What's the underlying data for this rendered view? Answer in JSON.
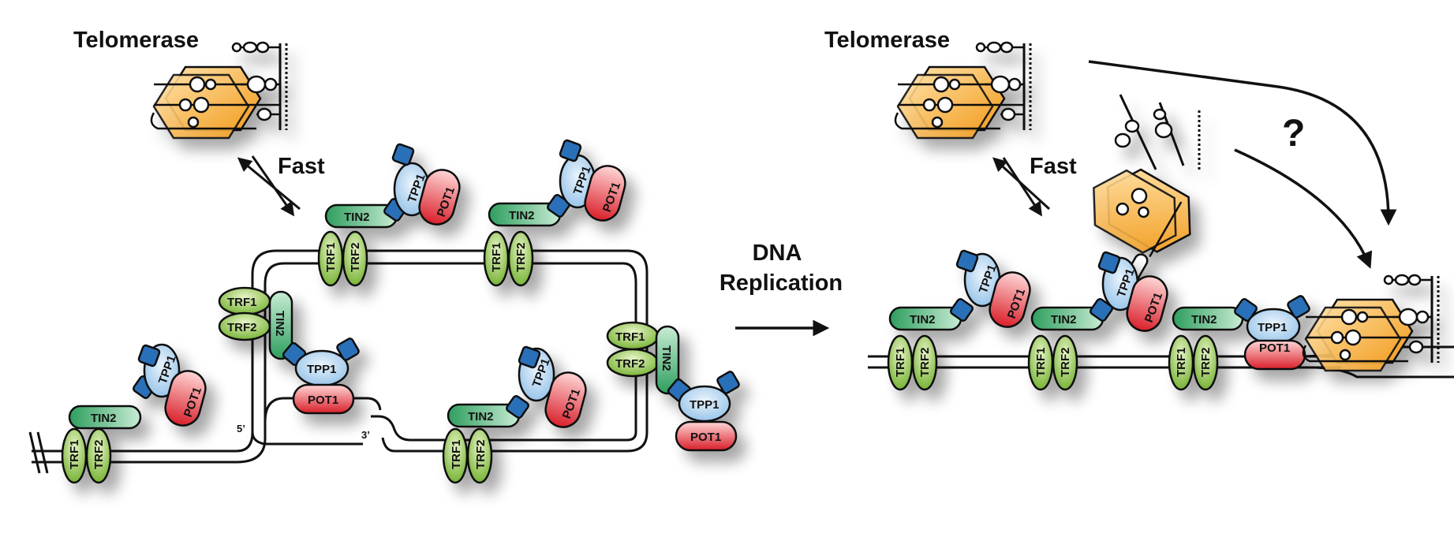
{
  "labels": {
    "telomerase_left": "Telomerase",
    "telomerase_right": "Telomerase",
    "fast_left": "Fast",
    "fast_right": "Fast",
    "dna_replication_line1": "DNA",
    "dna_replication_line2": "Replication",
    "question": "?",
    "five_prime": "5’",
    "three_prime": "3’"
  },
  "protein_names": {
    "trf1": "TRF1",
    "trf2": "TRF2",
    "tin2": "TIN2",
    "tpp1": "TPP1",
    "pot1": "POT1"
  },
  "colors": {
    "trf": "#8cc63f",
    "tin2": "#3fb06a",
    "tpp1": "#9ec9ea",
    "tpp1_cap": "#2a6fb8",
    "pot1": "#e8323c",
    "telomerase": "#f5a623",
    "strand": "#111111"
  }
}
